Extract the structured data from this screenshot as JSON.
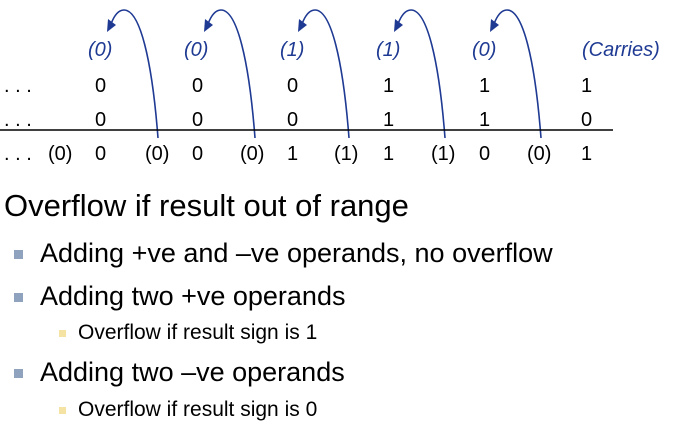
{
  "diagram": {
    "carries": [
      "(0)",
      "(0)",
      "(1)",
      "(1)",
      "(0)"
    ],
    "carries_label": "(Carries)",
    "ellipsis": ". . .",
    "row1": [
      "0",
      "0",
      "0",
      "1",
      "1",
      "1"
    ],
    "row2": [
      "0",
      "0",
      "0",
      "1",
      "1",
      "0"
    ],
    "result_carries": [
      "(0)",
      "(0)",
      "(0)",
      "(1)",
      "(1)",
      "(0)"
    ],
    "result_bits": [
      "0",
      "0",
      "1",
      "1",
      "0",
      "1"
    ]
  },
  "heading": "Overflow if result out of range",
  "bullets": [
    {
      "text": "Adding +ve and –ve operands, no overflow"
    },
    {
      "text": "Adding two +ve operands",
      "sub": "Overflow if result sign is 1"
    },
    {
      "text": "Adding two –ve operands",
      "sub": "Overflow if result sign is 0"
    }
  ],
  "colors": {
    "arrow": "#1f3a93",
    "bullet": "#8fa3bf",
    "sub_bullet": "#f4e3a2"
  }
}
